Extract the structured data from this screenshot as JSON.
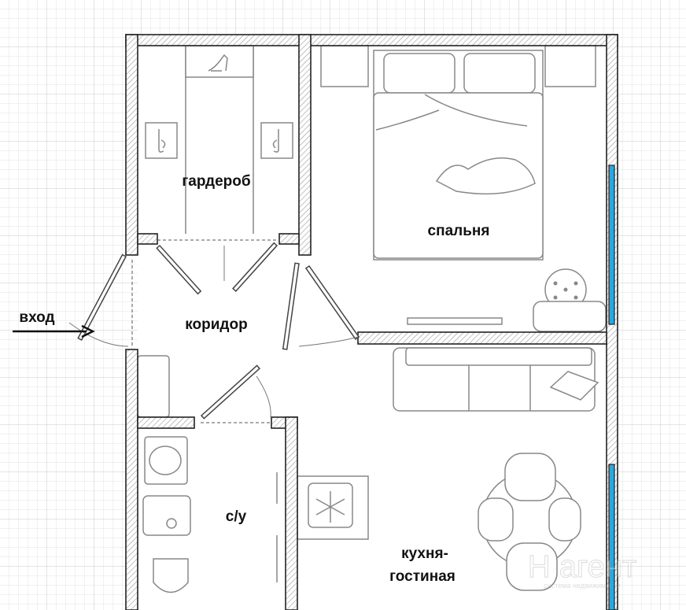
{
  "rooms": {
    "wardrobe": "гардероб",
    "bedroom": "спальня",
    "corridor": "коридор",
    "bathroom": "с/у",
    "kitchen_line1": "кухня-",
    "kitchen_line2": "гостиная"
  },
  "entrance_label": "вход",
  "watermark": {
    "logo_text": "Н агент",
    "tagline": "система недвижимости"
  },
  "colors": {
    "window": "#29a8df",
    "wall": "#222222",
    "grid": "#d9d9d9"
  }
}
